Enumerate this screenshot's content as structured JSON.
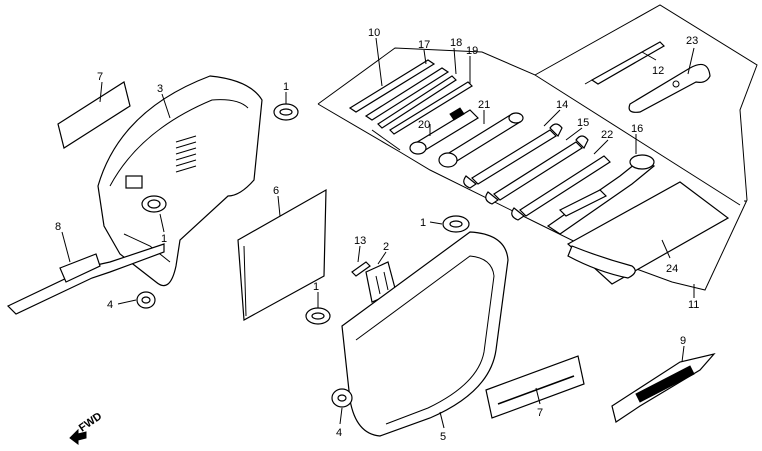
{
  "diagram": {
    "colors": {
      "ink": "#000000",
      "paper": "#ffffff"
    },
    "direction_mark": "FWD",
    "callouts": [
      {
        "id": "c10",
        "text": "10"
      },
      {
        "id": "c17",
        "text": "17"
      },
      {
        "id": "c18",
        "text": "18"
      },
      {
        "id": "c19",
        "text": "19"
      },
      {
        "id": "c12",
        "text": "12"
      },
      {
        "id": "c23",
        "text": "23"
      },
      {
        "id": "c7a",
        "text": "7"
      },
      {
        "id": "c3",
        "text": "3"
      },
      {
        "id": "c1a",
        "text": "1"
      },
      {
        "id": "c1b",
        "text": "1"
      },
      {
        "id": "c20",
        "text": "20"
      },
      {
        "id": "c21",
        "text": "21"
      },
      {
        "id": "c14",
        "text": "14"
      },
      {
        "id": "c15",
        "text": "15"
      },
      {
        "id": "c22",
        "text": "22"
      },
      {
        "id": "c16",
        "text": "16"
      },
      {
        "id": "c6",
        "text": "6"
      },
      {
        "id": "c8",
        "text": "8"
      },
      {
        "id": "c1c",
        "text": "1"
      },
      {
        "id": "c13",
        "text": "13"
      },
      {
        "id": "c2",
        "text": "2"
      },
      {
        "id": "c24",
        "text": "24"
      },
      {
        "id": "c11",
        "text": "11"
      },
      {
        "id": "c4a",
        "text": "4"
      },
      {
        "id": "c1d",
        "text": "1"
      },
      {
        "id": "c9",
        "text": "9"
      },
      {
        "id": "c7b",
        "text": "7"
      },
      {
        "id": "c4b",
        "text": "4"
      },
      {
        "id": "c5",
        "text": "5"
      }
    ]
  }
}
